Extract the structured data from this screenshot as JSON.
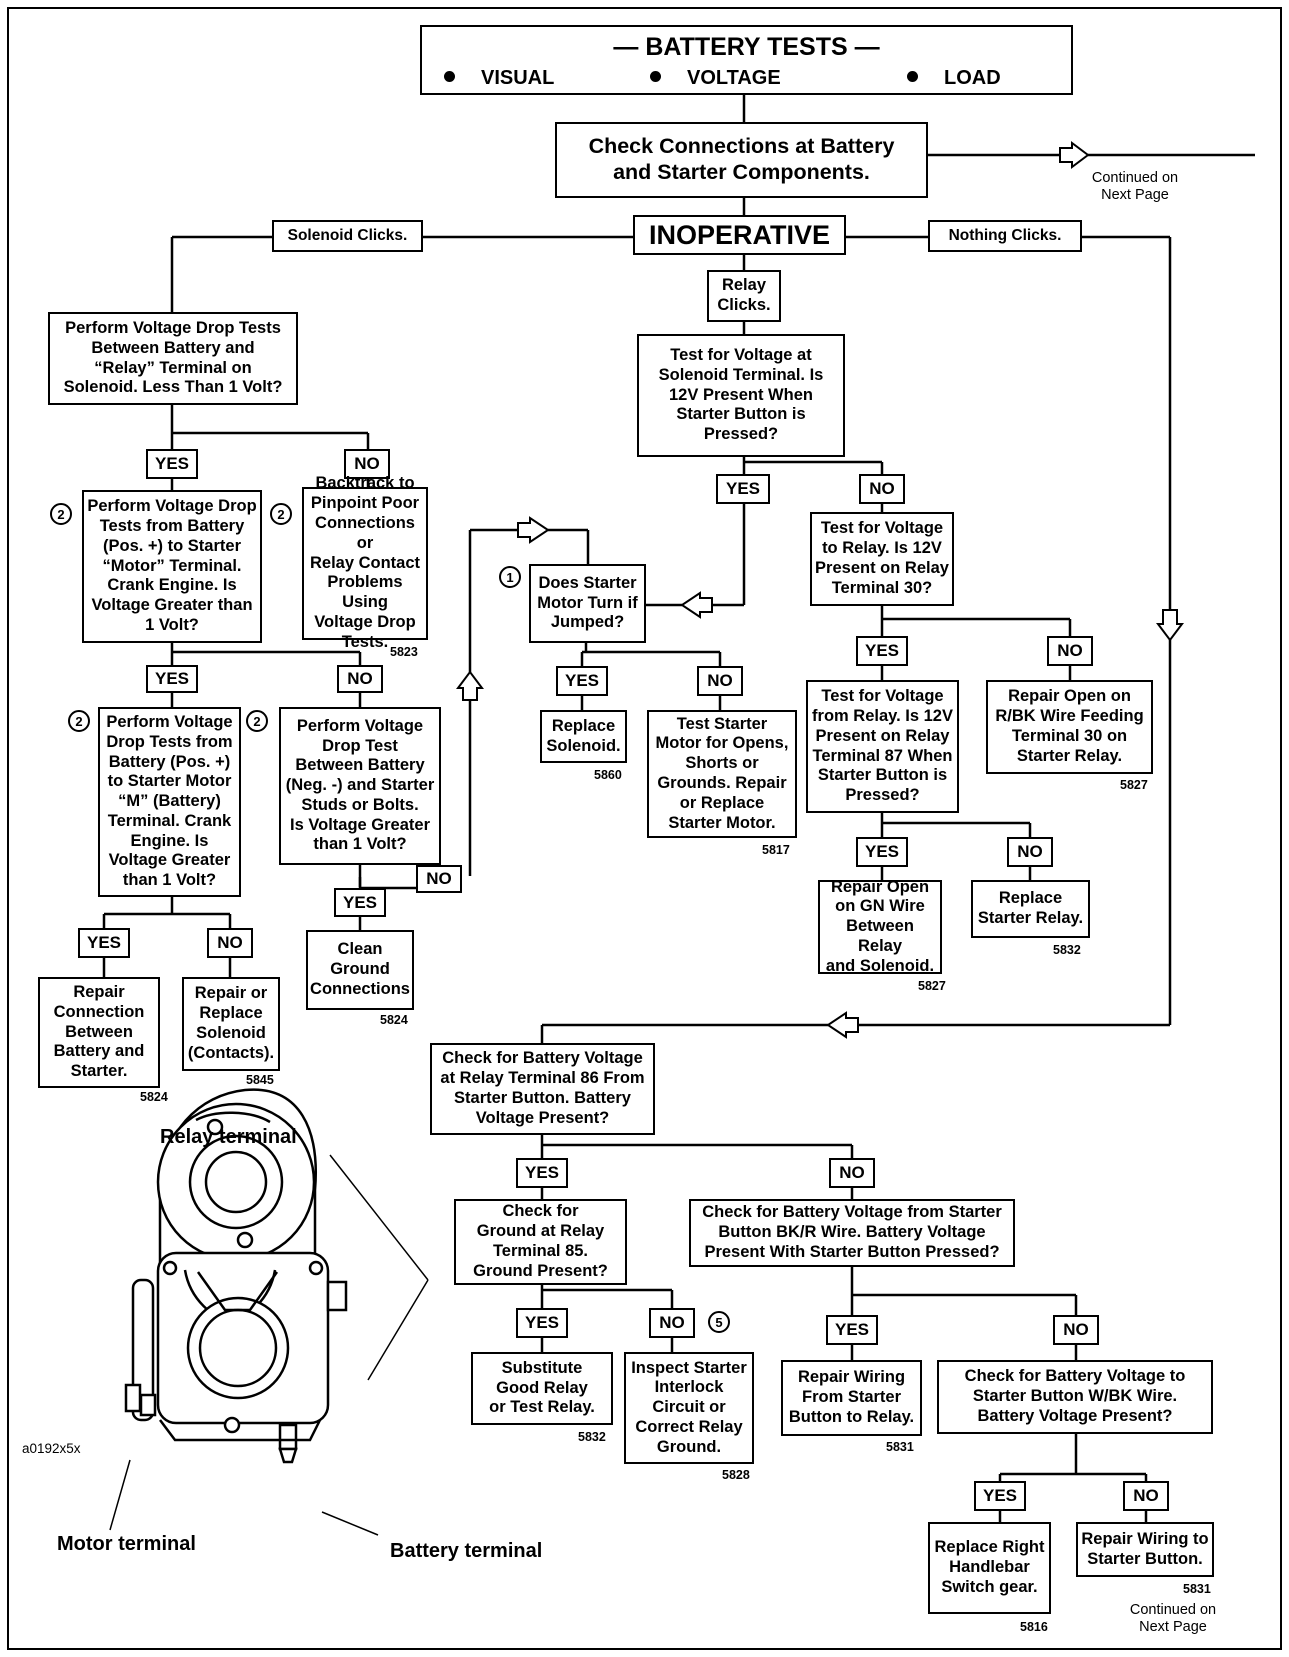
{
  "header": {
    "title": "— BATTERY TESTS —",
    "items": [
      "VISUAL",
      "VOLTAGE",
      "LOAD"
    ]
  },
  "steps": {
    "check_connections": "Check Connections at Battery\nand Starter Components.",
    "inoperative": "INOPERATIVE",
    "solenoid_clicks": "Solenoid Clicks.",
    "nothing_clicks": "Nothing Clicks.",
    "relay_clicks": "Relay\nClicks.",
    "vd_relay_terminal": "Perform Voltage Drop Tests\nBetween Battery and\n“Relay” Terminal on\nSolenoid. Less Than 1 Volt?",
    "vd_motor_terminal": "Perform Voltage Drop\nTests from Battery\n(Pos. +) to Starter\n“Motor” Terminal.\nCrank Engine. Is\nVoltage Greater than\n1 Volt?",
    "backtrack": "Backtrack to\nPinpoint Poor\nConnections or\nRelay Contact\nProblems Using\nVoltage Drop\nTests.",
    "vd_m_battery": "Perform Voltage\nDrop Tests from\nBattery (Pos. +)\nto Starter Motor\n“M” (Battery)\nTerminal. Crank\nEngine. Is\nVoltage Greater\nthan 1 Volt?",
    "vd_ground": "Perform Voltage\nDrop Test\nBetween Battery\n(Neg. -) and Starter\nStuds or Bolts.\nIs Voltage Greater\nthan 1 Volt?",
    "repair_connection": "Repair\nConnection\nBetween\nBattery and\nStarter.",
    "replace_solenoid_contacts": "Repair or\nReplace\nSolenoid\n(Contacts).",
    "clean_ground": "Clean\nGround\nConnections",
    "test_solenoid_terminal": "Test for Voltage at\nSolenoid Terminal. Is\n12V Present When\nStarter Button is\nPressed?",
    "starter_jumped": "Does Starter\nMotor Turn if\nJumped?",
    "replace_solenoid": "Replace\nSolenoid.",
    "test_starter_motor": "Test Starter\nMotor for Opens,\nShorts or\nGrounds. Repair\nor Replace\nStarter Motor.",
    "test_relay_voltage": "Test for Voltage\nto Relay. Is 12V\nPresent on Relay\nTerminal 30?",
    "test_relay_87": "Test for Voltage\nfrom Relay. Is 12V\nPresent on Relay\nTerminal 87 When\nStarter Button is\nPressed?",
    "repair_rbk": "Repair Open on\nR/BK Wire Feeding\nTerminal 30 on\nStarter Relay.",
    "repair_gn": "Repair Open\non GN Wire\nBetween Relay\nand Solenoid.",
    "replace_relay": "Replace\nStarter Relay.",
    "check_relay_86": "Check for Battery Voltage\nat Relay Terminal 86 From\nStarter Button. Battery\nVoltage Present?",
    "check_ground_85": "Check for\nGround at Relay\nTerminal 85.\nGround Present?",
    "substitute_relay": "Substitute\nGood Relay\nor Test Relay.",
    "inspect_interlock": "Inspect Starter\nInterlock\nCircuit or\nCorrect Relay\nGround.",
    "check_bkr": "Check for Battery Voltage from Starter\nButton BK/R Wire. Battery Voltage\nPresent With Starter Button Pressed?",
    "repair_wiring_relay": "Repair Wiring\nFrom Starter\nButton to Relay.",
    "check_wbk": "Check for Battery Voltage to\nStarter Button W/BK Wire.\nBattery Voltage Present?",
    "replace_switch": "Replace Right\nHandlebar\nSwitch gear.",
    "repair_wiring_button": "Repair Wiring to\nStarter Button."
  },
  "answers": {
    "yes": "YES",
    "no": "NO"
  },
  "refs": {
    "r5823": "5823",
    "r5824a": "5824",
    "r5845": "5845",
    "r5824b": "5824",
    "r5860": "5860",
    "r5817": "5817",
    "r5827a": "5827",
    "r5827b": "5827",
    "r5832a": "5832",
    "r5832b": "5832",
    "r5828": "5828",
    "r5831a": "5831",
    "r5816": "5816",
    "r5831b": "5831"
  },
  "notes": {
    "continued": "Continued on\nNext Page",
    "figure_id": "a0192x5x"
  },
  "callout_numbers": {
    "one": "1",
    "two": "2",
    "five": "5"
  },
  "starter_labels": {
    "relay_terminal": "Relay terminal",
    "motor_terminal": "Motor terminal",
    "battery_terminal": "Battery terminal"
  }
}
